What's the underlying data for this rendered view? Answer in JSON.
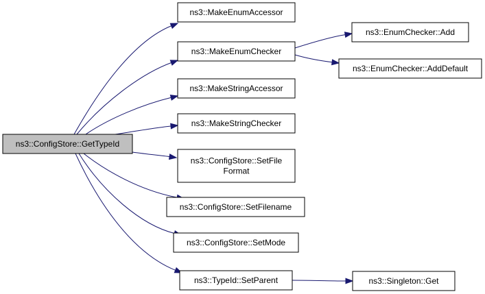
{
  "diagram": {
    "colors": {
      "edge": "#191970",
      "root_fill": "#bfbfbf",
      "node_fill": "#ffffff"
    },
    "nodes": [
      {
        "id": "get_type_id",
        "lines": [
          "ns3::ConfigStore::GetTypeId"
        ],
        "root": true
      },
      {
        "id": "make_enum_accessor",
        "lines": [
          "ns3::MakeEnumAccessor"
        ]
      },
      {
        "id": "make_enum_checker",
        "lines": [
          "ns3::MakeEnumChecker"
        ]
      },
      {
        "id": "make_string_accessor",
        "lines": [
          "ns3::MakeStringAccessor"
        ]
      },
      {
        "id": "make_string_checker",
        "lines": [
          "ns3::MakeStringChecker"
        ]
      },
      {
        "id": "set_file_format",
        "lines": [
          "ns3::ConfigStore::SetFile",
          "Format"
        ]
      },
      {
        "id": "set_filename",
        "lines": [
          "ns3::ConfigStore::SetFilename"
        ]
      },
      {
        "id": "set_mode",
        "lines": [
          "ns3::ConfigStore::SetMode"
        ]
      },
      {
        "id": "set_parent",
        "lines": [
          "ns3::TypeId::SetParent"
        ]
      },
      {
        "id": "enum_checker_add",
        "lines": [
          "ns3::EnumChecker::Add"
        ]
      },
      {
        "id": "enum_checker_add_default",
        "lines": [
          "ns3::EnumChecker::AddDefault"
        ]
      },
      {
        "id": "singleton_get",
        "lines": [
          "ns3::Singleton::Get"
        ]
      }
    ],
    "edges": [
      {
        "from": "get_type_id",
        "to": "make_enum_accessor"
      },
      {
        "from": "get_type_id",
        "to": "make_enum_checker"
      },
      {
        "from": "get_type_id",
        "to": "make_string_accessor"
      },
      {
        "from": "get_type_id",
        "to": "make_string_checker"
      },
      {
        "from": "get_type_id",
        "to": "set_file_format"
      },
      {
        "from": "get_type_id",
        "to": "set_filename"
      },
      {
        "from": "get_type_id",
        "to": "set_mode"
      },
      {
        "from": "get_type_id",
        "to": "set_parent"
      },
      {
        "from": "make_enum_checker",
        "to": "enum_checker_add"
      },
      {
        "from": "make_enum_checker",
        "to": "enum_checker_add_default"
      },
      {
        "from": "set_parent",
        "to": "singleton_get"
      }
    ]
  }
}
